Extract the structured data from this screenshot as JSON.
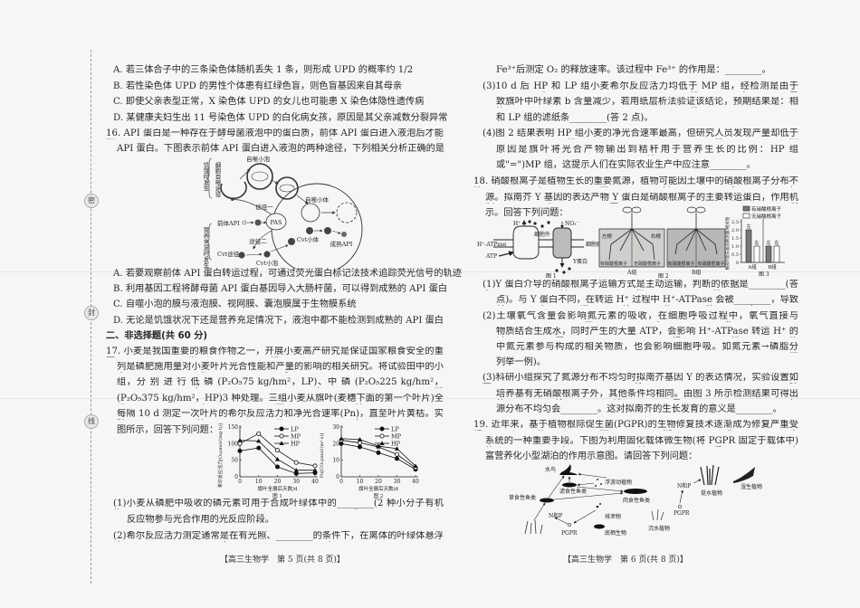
{
  "margin": {
    "seal_chars": [
      "密",
      "封",
      "线"
    ]
  },
  "page5": {
    "q15_options": [
      "A. 若三体合子中的三条染色体随机丢失 1 条，则形成 UPD 的概率约 1/2",
      "B. 若性染色体 UPD 的男性个体患有红绿色盲，则色盲基因来自其母亲",
      "C. 即使父亲表型正常，X 染色体 UPD 的女儿也可能患 X 染色体隐性遗传病",
      "D. 某健康夫妇生出 11 号染色体 UPD 的白化病女孩，原因是其父亲减数分裂异常"
    ],
    "q16": {
      "stem": [
        "16. API 蛋白是一种存在于酵母菌液泡中的蛋白质，前体 API 蛋白进入液泡后才能形成成熟",
        "API 蛋白。下图表示前体 API 蛋白进入液泡的两种途径，下列相关分析正确的是"
      ],
      "diagram": {
        "autophagic_vesicle": "自噬小泡",
        "starvation": "饥饿时发生",
        "autophagy_path": "细胞自噬途径",
        "path1": "途径一",
        "autophagic_body": "自噬小体",
        "pas": "PAS",
        "precursor_api": "前体API",
        "nutrient_rich": "营养充足时发生",
        "cvt_path": "Cvt途径",
        "path2": "途径二",
        "cvt_body": "Cvt小体",
        "mature_api": "成熟API",
        "cvt_vesicle": "Cvt小泡"
      },
      "options": [
        "A. 若要观察前体 API 蛋白转运过程，可通过荧光蛋白标记法技术追踪荧光信号的轨迹",
        "B. 利用基因工程将酵母菌 API 蛋白基因导入大肠杆菌，可以得到成熟的 API 蛋白",
        "C. 自噬小泡的膜与液泡膜、视网膜、囊泡膜属于生物膜系统",
        "D. 无论是饥饿状况下还是营养充足情况下，液泡中都不能检测到成熟的 API 蛋白"
      ]
    },
    "section2_title": "二、非选择题(共 60 分)",
    "q17": {
      "stem": [
        "17. 小麦是我国重要的粮食作物之一，开展小麦高产研究是保证国家粮食安全的重要举措。下",
        "列是磷肥施用量对小麦叶片光合性能和产量的影响的相关研究。将试验田中的小麦分成 3",
        "组，分 别 进 行 低 磷 (P₂O₅75  kg/hm²，LP)、中 磷 (P₂O₅225  kg/hm²，MP) 和 高 磷",
        "(P₂O₅375 kg/hm²，HP)3 种处理。三组小麦从旗叶(麦穗下面的第一个叶片)全展时开始，",
        "每隔 10 d 测定一次叶片的希尔反应活力和净光合速率(Pn)，直至叶片黄枯。实验结果如下",
        "图所示，回答下列问题："
      ],
      "sub1": [
        "(1)小麦从磷肥中吸收的磷元素可用于合成叶绿体中的________(2 种小分子有机物)，作为",
        "反应物参与光合作用的光反应阶段。"
      ],
      "sub2": "(2)希尔反应活力测定通常是在有光照、________的条件下，在离体的叶绿体悬浮液中加入"
    },
    "footer": "【高三生物学　第 5 页(共 8 页)】"
  },
  "page6": {
    "q17_cont": {
      "sub2_end": "Fe³⁺后测定 O₂ 的释放速率。该过程中 Fe³⁺ 的作用是：________。",
      "sub3": [
        "(3)10 d 后 HP 和 LP 组小麦希尔反应活力均低于 MP 组，经检测是由于 HP 和 LP 都会导",
        "致旗叶中叶绿素 b 含量减少，若用纸层析法验证该结论，预期结果是：相比于 MP 组，HP",
        "和 LP 组的滤纸条________(答 2 点)。"
      ],
      "sub4": [
        "(4)图 2 结果表明 HP 组小麦的净光合速率最高，但研究人员发现产量却低于 MP 组，推测",
        "原因是旗叶将光合产物输出到秸秆用于营养生长的比例：HP 组________(填\">\"\"<\"",
        "或\"=\")MP 组，这提示人们在实际农业生产中应注意________。"
      ]
    },
    "q18": {
      "stem": [
        "18. 硝酸根离子是植物生长的重要氮源，植物可能因土壤中的硝酸根离子分布不均匀而缺乏氮",
        "源。拟南芥 Y 基因的表达产物 Y 蛋白是硝酸根离子的主要转运蛋白，作用机制如图 1 所",
        "示。回答下列问题："
      ],
      "fig1": {
        "h_plus": "H⁺",
        "no3": "NO₃⁻",
        "outside": "细胞外",
        "membrane": "细胞膜",
        "atpase": "H⁺-ATPase",
        "atp": "ATP",
        "y_protein": "Y蛋白",
        "caption": "图 1"
      },
      "fig2": {
        "left_root": "左根",
        "right_root": "右根",
        "with_nitrate": "有硝酸根离子",
        "without_nitrate": "无硝酸根离子",
        "group_a": "A组",
        "group_b": "B组",
        "caption": "图 2"
      },
      "sub1": [
        "(1)Y 蛋白介导的硝酸根离子运输方式是主动运输，判断的依据是________(答出关键性两",
        "点)。与 Y 蛋白不同，在转运 H⁺ 过程中 H⁺-ATPase 会被________，导致其空间结构改变。"
      ],
      "sub2": [
        "(2)土壤氧气含量会影响氮元素的吸收，在细胞呼吸过程中，氧气直接与________(写名称)",
        "物质结合生成水，同时产生的大量 ATP，会影响 H⁺-ATPase 转运 H⁺ 的过程。根细胞",
        "中氮元素参与构成的相关物质，也会影响细胞呼吸。如氮元素→磷脂分子：________(再",
        "列举一例)。"
      ],
      "sub3": [
        "(3)科研小组探究了氮源分布不均匀时拟南芥基因 Y 的表达情况，实验设置如图 2 所示，除",
        "培养基有无硝酸根离子外，其他条件均相同。由图 3 所示检测结果可得出的结论是：氮",
        "源分布不均匀会________。这对拟南芥的生长发育的意义是________。"
      ]
    },
    "q19": {
      "stem": [
        "19. 近年来，基于植物根际促生菌(PGPR)的生物修复技术逐渐成为修复严重受损的河湖生态",
        "系统的一种重要手段。下图为利用固化载体微生物(将 PGPR 固定于载体中)修复某重度",
        "富营养化小型湖泊的作用示意图。请回答下列问题："
      ],
      "diagram": {
        "water_bird": "水鸟",
        "plankton": "浮游动植物",
        "filter_fish": "滤食性鱼类",
        "herbivore_fish": "草食性鱼类",
        "carnivore_fish": "肉食性鱼类",
        "n_and_p": "N和P",
        "pgpr": "PGPR",
        "excreta": "排泄物",
        "benthos": "底栖生物",
        "n_and_p_2": "N和P",
        "pgpr_2": "PGPR",
        "emergent": "挺水植物",
        "wetland": "湿生植物",
        "submerged": "沉水植物"
      }
    },
    "footer": "【高三生物学　第 6 页(共 8 页)】"
  },
  "chart_data": [
    {
      "type": "line",
      "caption": "图 1",
      "xlabel": "旗叶全展后天数/d",
      "ylabel": "希尔反应活力[O₂μmol/(mg·h)]",
      "x": [
        0,
        10,
        20,
        30,
        40
      ],
      "xticks": [
        "0",
        "10",
        "20",
        "30",
        "40"
      ],
      "yticks": [
        "0",
        "50",
        "100",
        "150"
      ],
      "ylim": [
        0,
        150
      ],
      "legend_position": "top-right",
      "series": [
        {
          "name": "LP",
          "marker": "filled-circle",
          "values": [
            78,
            87,
            30,
            10,
            12
          ]
        },
        {
          "name": "MP",
          "marker": "open-circle",
          "values": [
            100,
            130,
            80,
            43,
            33
          ]
        },
        {
          "name": "HP",
          "marker": "filled-triangle",
          "values": [
            110,
            108,
            53,
            20,
            20
          ]
        }
      ]
    },
    {
      "type": "line",
      "caption": "图 2",
      "xlabel": "旗叶全展后天数/d",
      "ylabel": "Pn[CO₂μmol/(m²·s)]",
      "x": [
        0,
        10,
        20,
        30,
        40
      ],
      "xticks": [
        "0",
        "10",
        "20",
        "30",
        "40"
      ],
      "yticks": [
        "0",
        "10",
        "20",
        "30"
      ],
      "ylim": [
        0,
        30
      ],
      "legend_position": "top-right",
      "series": [
        {
          "name": "LP",
          "marker": "filled-circle",
          "values": [
            20,
            18,
            14.5,
            11,
            4.5
          ]
        },
        {
          "name": "MP",
          "marker": "open-circle",
          "values": [
            22,
            20.5,
            18,
            13.5,
            5.5
          ]
        },
        {
          "name": "HP",
          "marker": "filled-triangle",
          "values": [
            23,
            22.5,
            18.5,
            17,
            6.5
          ]
        }
      ]
    },
    {
      "type": "bar",
      "caption": "图 3",
      "ylabel": "根部Y蛋白基因表达量/相对值",
      "categories": [
        "A组",
        "B组"
      ],
      "yticks": [
        "0",
        "0.5",
        "1.0",
        "1.5",
        "2.0",
        "2.5"
      ],
      "ylim": [
        0,
        2.5
      ],
      "legend_position": "top",
      "series": [
        {
          "name": "有硝酸根离子",
          "color": "#777777",
          "bar_labels": [
            "左",
            "左"
          ],
          "values": [
            2.0,
            1.0
          ]
        },
        {
          "name": "无硝酸根离子",
          "color": "#ffffff",
          "bar_labels": [
            "右",
            "右"
          ],
          "values": [
            1.0,
            1.0
          ]
        }
      ]
    }
  ]
}
